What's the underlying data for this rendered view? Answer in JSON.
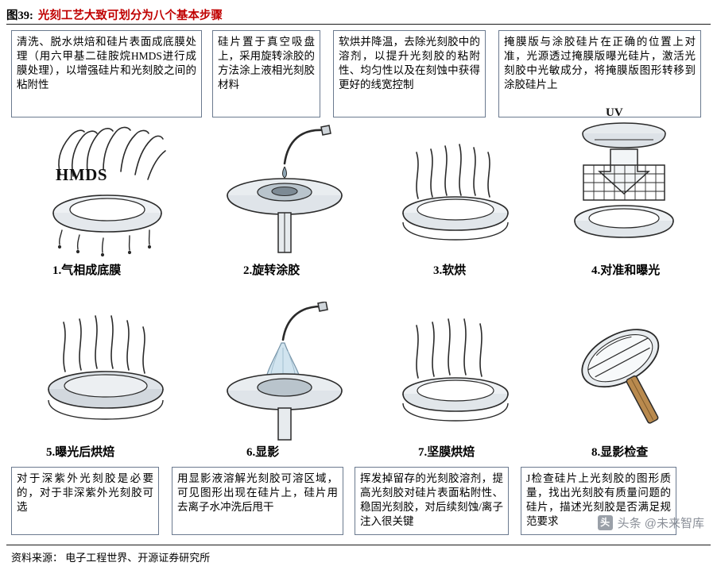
{
  "header": {
    "figure_number": "图39:",
    "title": "光刻工艺大致可划分为八个基本步骤"
  },
  "top_captions": [
    "清洗、脱水烘焙和硅片表面成底膜处理（用六甲基二硅胺烷HMDS进行成膜处理），以增强硅片和光刻胶之间的粘附性",
    "硅片置于真空吸盘上，采用旋转涂胶的方法涂上液相光刻胶材料",
    "软烘并降温，去除光刻胶中的溶剂，以提升光刻胶的粘附性、均匀性以及在刻蚀中获得更好的线宽控制",
    "掩膜版与涂胶硅片在正确的位置上对准，光源透过掩膜版曝光硅片，激活光刻胶中光敏成分，将掩膜版图形转移到涂胶硅片上"
  ],
  "bottom_captions": [
    "对于深紫外光刻胶是必要的，对于非深紫外光刻胶可选",
    "用显影液溶解光刻胶可溶区域，可见图形出现在硅片上，硅片用去离子水冲洗后甩干",
    "挥发掉留存的光刻胶溶剂，提高光刻胶对硅片表面粘附性、稳固光刻胶，对后续刻蚀/离子注入很关键",
    "J检查硅片上光刻胶的图形质量，找出光刻胶有质量问题的硅片，描述光刻胶是否满足规范要求"
  ],
  "step_labels": [
    "1.气相成底膜",
    "2.旋转涂胶",
    "3.软烘",
    "4.对准和曝光",
    "5.曝光后烘焙",
    "6.显影",
    "7.坚膜烘焙",
    "8.显影检查"
  ],
  "illustration_text": {
    "hmds": "HMDS",
    "uv": "UV"
  },
  "footer": {
    "source": "资料来源：  电子工程世界、开源证券研究所"
  },
  "watermark": {
    "icon": "头",
    "text": "头条 @未来智库"
  },
  "colors": {
    "title_red": "#c00000",
    "box_border": "#6b7a8f",
    "rule": "#1a1a1a",
    "wafer_gray": "#d9dde2",
    "resist_blue": "#cfe3ef"
  }
}
